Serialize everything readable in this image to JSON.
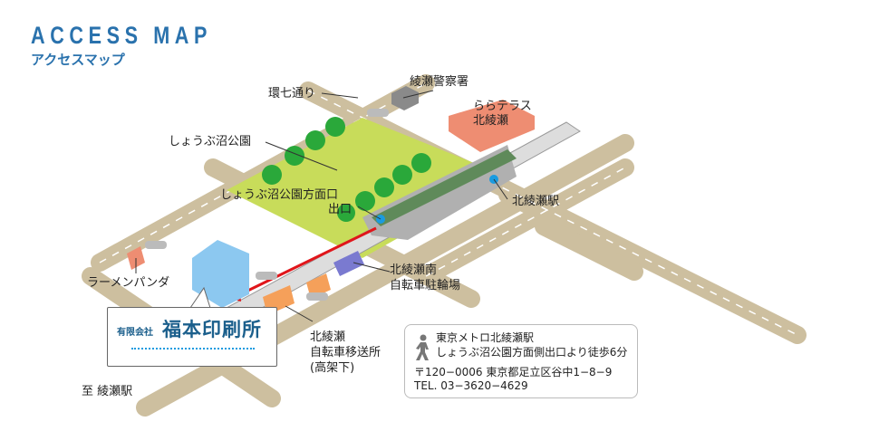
{
  "header": {
    "title_en": "ACCESS MAP",
    "title_ja": "アクセスマップ"
  },
  "labels": {
    "kannana": "環七通り",
    "police": "綾瀬警察署",
    "lala_1": "ららテラス",
    "lala_2": "北綾瀬",
    "park": "しょうぶ沼公園",
    "exit_1": "しょうぶ沼公園方面口",
    "exit_2": "出口",
    "station": "北綾瀬駅",
    "ramen": "ラーメンパンダ",
    "bike_parking_1": "北綾瀬南",
    "bike_parking_2": "自転車駐輪場",
    "bike_relocation_1": "北綾瀬",
    "bike_relocation_2": "自転車移送所",
    "bike_relocation_3": "(高架下)",
    "to_ayase": "至 綾瀬駅"
  },
  "company": {
    "type": "有限会社",
    "name": "福本印刷所"
  },
  "info": {
    "line1": "東京メトロ北綾瀬駅",
    "line2": "しょうぶ沼公園方面側出口より徒歩6分",
    "address": "〒120−0006 東京都足立区谷中1−8−9",
    "tel": "TEL. 03−3620−4629",
    "icon": "walking-person-icon"
  },
  "colors": {
    "accent": "#2a72ad",
    "road": "#cdbf9f",
    "park": "#c8dc5a",
    "route": "#e0161b",
    "station_dot": "#1a9be0"
  }
}
